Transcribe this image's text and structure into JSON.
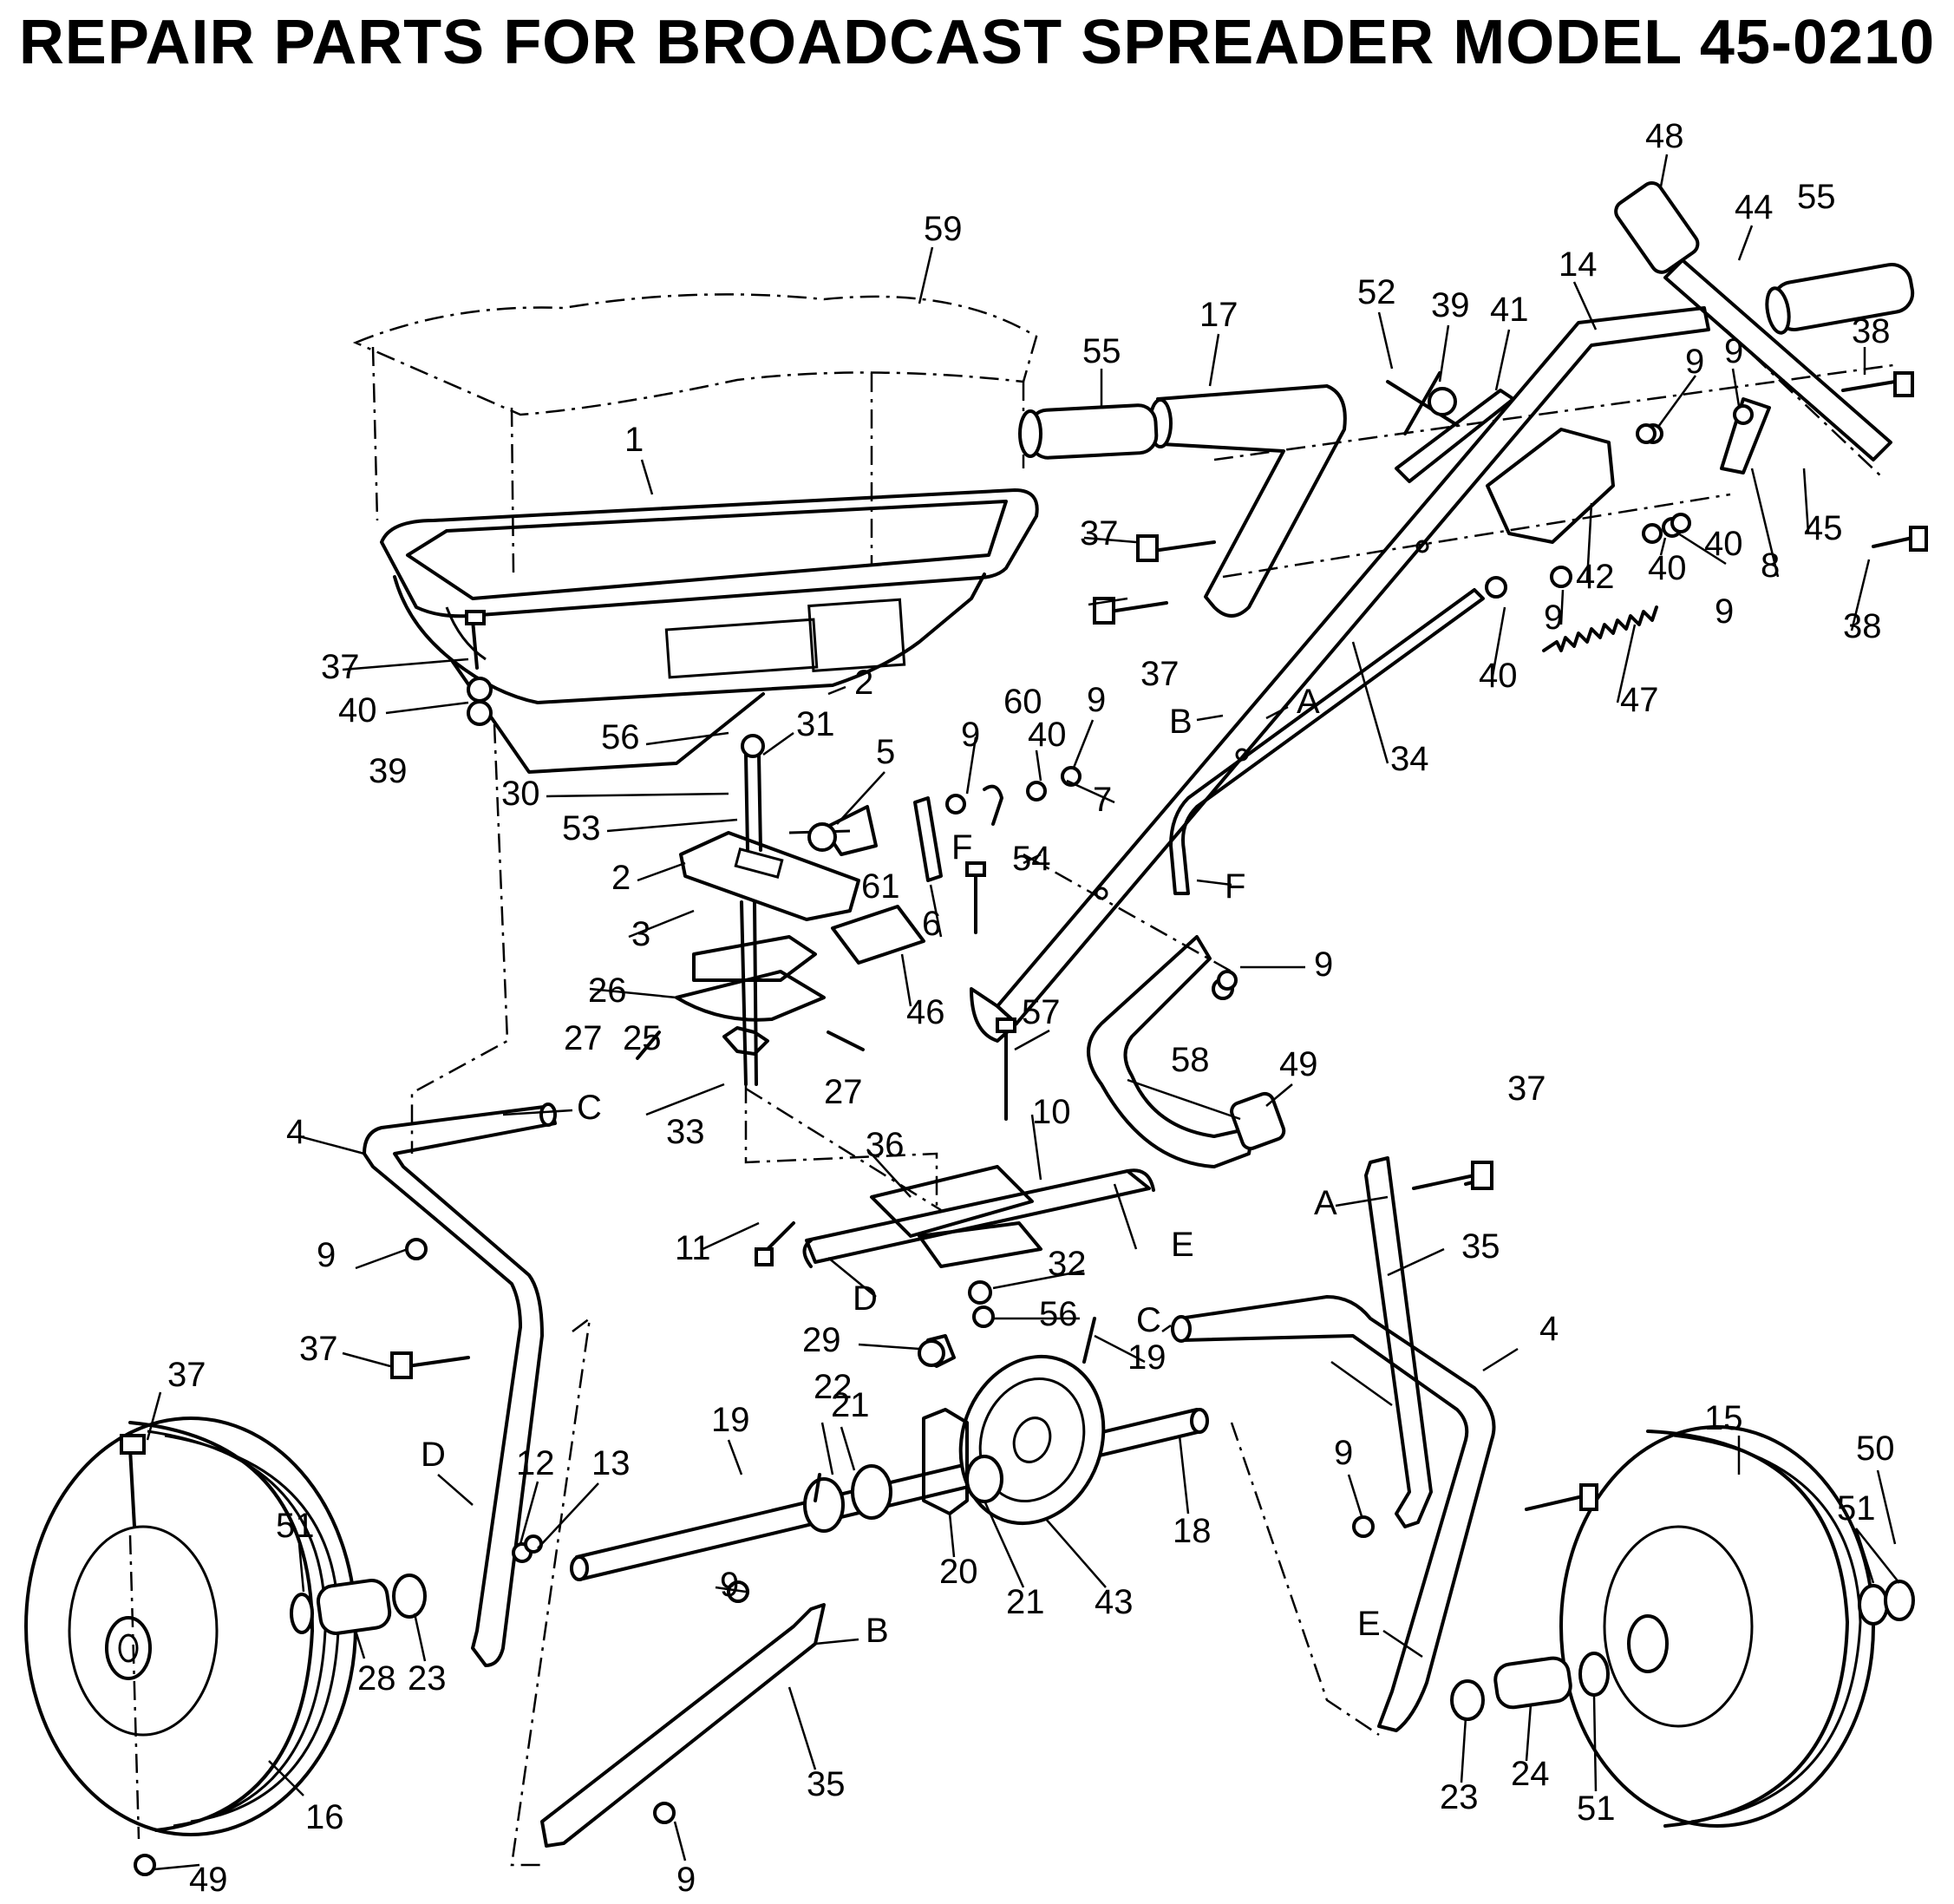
{
  "title": "REPAIR PARTS FOR BROADCAST SPREADER MODEL 45-0210",
  "callouts": [
    {
      "text": "59"
    },
    {
      "text": "1"
    },
    {
      "text": "55"
    },
    {
      "text": "17"
    },
    {
      "text": "52"
    },
    {
      "text": "39"
    },
    {
      "text": "41"
    },
    {
      "text": "14"
    },
    {
      "text": "48"
    },
    {
      "text": "44"
    },
    {
      "text": "55"
    },
    {
      "text": "38"
    },
    {
      "text": "9"
    },
    {
      "text": "9"
    },
    {
      "text": "37"
    },
    {
      "text": "40"
    },
    {
      "text": "45"
    },
    {
      "text": "8"
    },
    {
      "text": "42"
    },
    {
      "text": "40"
    },
    {
      "text": "9"
    },
    {
      "text": "38"
    },
    {
      "text": "37"
    },
    {
      "text": "9"
    },
    {
      "text": "40"
    },
    {
      "text": "47"
    },
    {
      "text": "37"
    },
    {
      "text": "40"
    },
    {
      "text": "39"
    },
    {
      "text": "2"
    },
    {
      "text": "56"
    },
    {
      "text": "31"
    },
    {
      "text": "30"
    },
    {
      "text": "53"
    },
    {
      "text": "5"
    },
    {
      "text": "9"
    },
    {
      "text": "60"
    },
    {
      "text": "40"
    },
    {
      "text": "9"
    },
    {
      "text": "7"
    },
    {
      "text": "B"
    },
    {
      "text": "A"
    },
    {
      "text": "34"
    },
    {
      "text": "2"
    },
    {
      "text": "61"
    },
    {
      "text": "F"
    },
    {
      "text": "54"
    },
    {
      "text": "F"
    },
    {
      "text": "3"
    },
    {
      "text": "6"
    },
    {
      "text": "26"
    },
    {
      "text": "46"
    },
    {
      "text": "9"
    },
    {
      "text": "27"
    },
    {
      "text": "25"
    },
    {
      "text": "57"
    },
    {
      "text": "27"
    },
    {
      "text": "58"
    },
    {
      "text": "49"
    },
    {
      "text": "33"
    },
    {
      "text": "C"
    },
    {
      "text": "4"
    },
    {
      "text": "10"
    },
    {
      "text": "36"
    },
    {
      "text": "37"
    },
    {
      "text": "11"
    },
    {
      "text": "E"
    },
    {
      "text": "A"
    },
    {
      "text": "9"
    },
    {
      "text": "D"
    },
    {
      "text": "32"
    },
    {
      "text": "35"
    },
    {
      "text": "56"
    },
    {
      "text": "C"
    },
    {
      "text": "4"
    },
    {
      "text": "37"
    },
    {
      "text": "29"
    },
    {
      "text": "19"
    },
    {
      "text": "37"
    },
    {
      "text": "22"
    },
    {
      "text": "21"
    },
    {
      "text": "19"
    },
    {
      "text": "15"
    },
    {
      "text": "50"
    },
    {
      "text": "D"
    },
    {
      "text": "12"
    },
    {
      "text": "13"
    },
    {
      "text": "18"
    },
    {
      "text": "9"
    },
    {
      "text": "51"
    },
    {
      "text": "51"
    },
    {
      "text": "20"
    },
    {
      "text": "21"
    },
    {
      "text": "43"
    },
    {
      "text": "E"
    },
    {
      "text": "28"
    },
    {
      "text": "23"
    },
    {
      "text": "9"
    },
    {
      "text": "B"
    },
    {
      "text": "16"
    },
    {
      "text": "35"
    },
    {
      "text": "23"
    },
    {
      "text": "24"
    },
    {
      "text": "51"
    },
    {
      "text": "49"
    },
    {
      "text": "9"
    }
  ]
}
